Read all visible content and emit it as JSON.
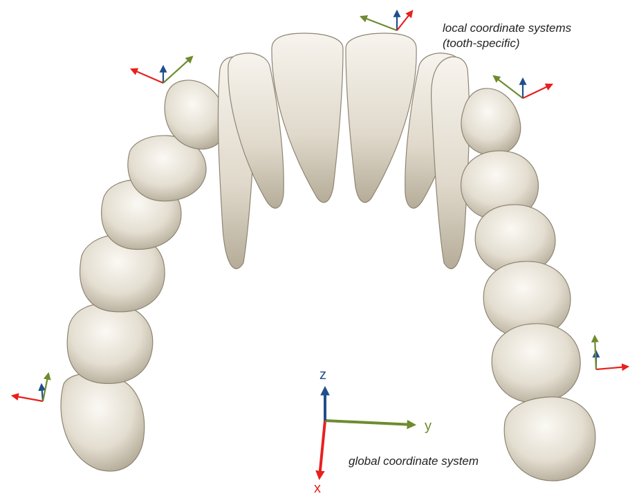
{
  "captions": {
    "local_line1": "local coordinate systems",
    "local_line2": "(tooth-specific)",
    "global": "global coordinate system"
  },
  "axis_labels": {
    "x": "x",
    "y": "y",
    "z": "z"
  },
  "colors": {
    "x_axis": "#e8201e",
    "y_axis": "#6e8b2e",
    "z_axis": "#1f4e8c",
    "tooth_fill": "#e6e1d6",
    "tooth_shadow": "#b9b29f",
    "tooth_outline": "#8d8472"
  },
  "icons": [
    "local-coordinate-triad-icon",
    "global-coordinate-axes-icon",
    "tooth-icon"
  ]
}
